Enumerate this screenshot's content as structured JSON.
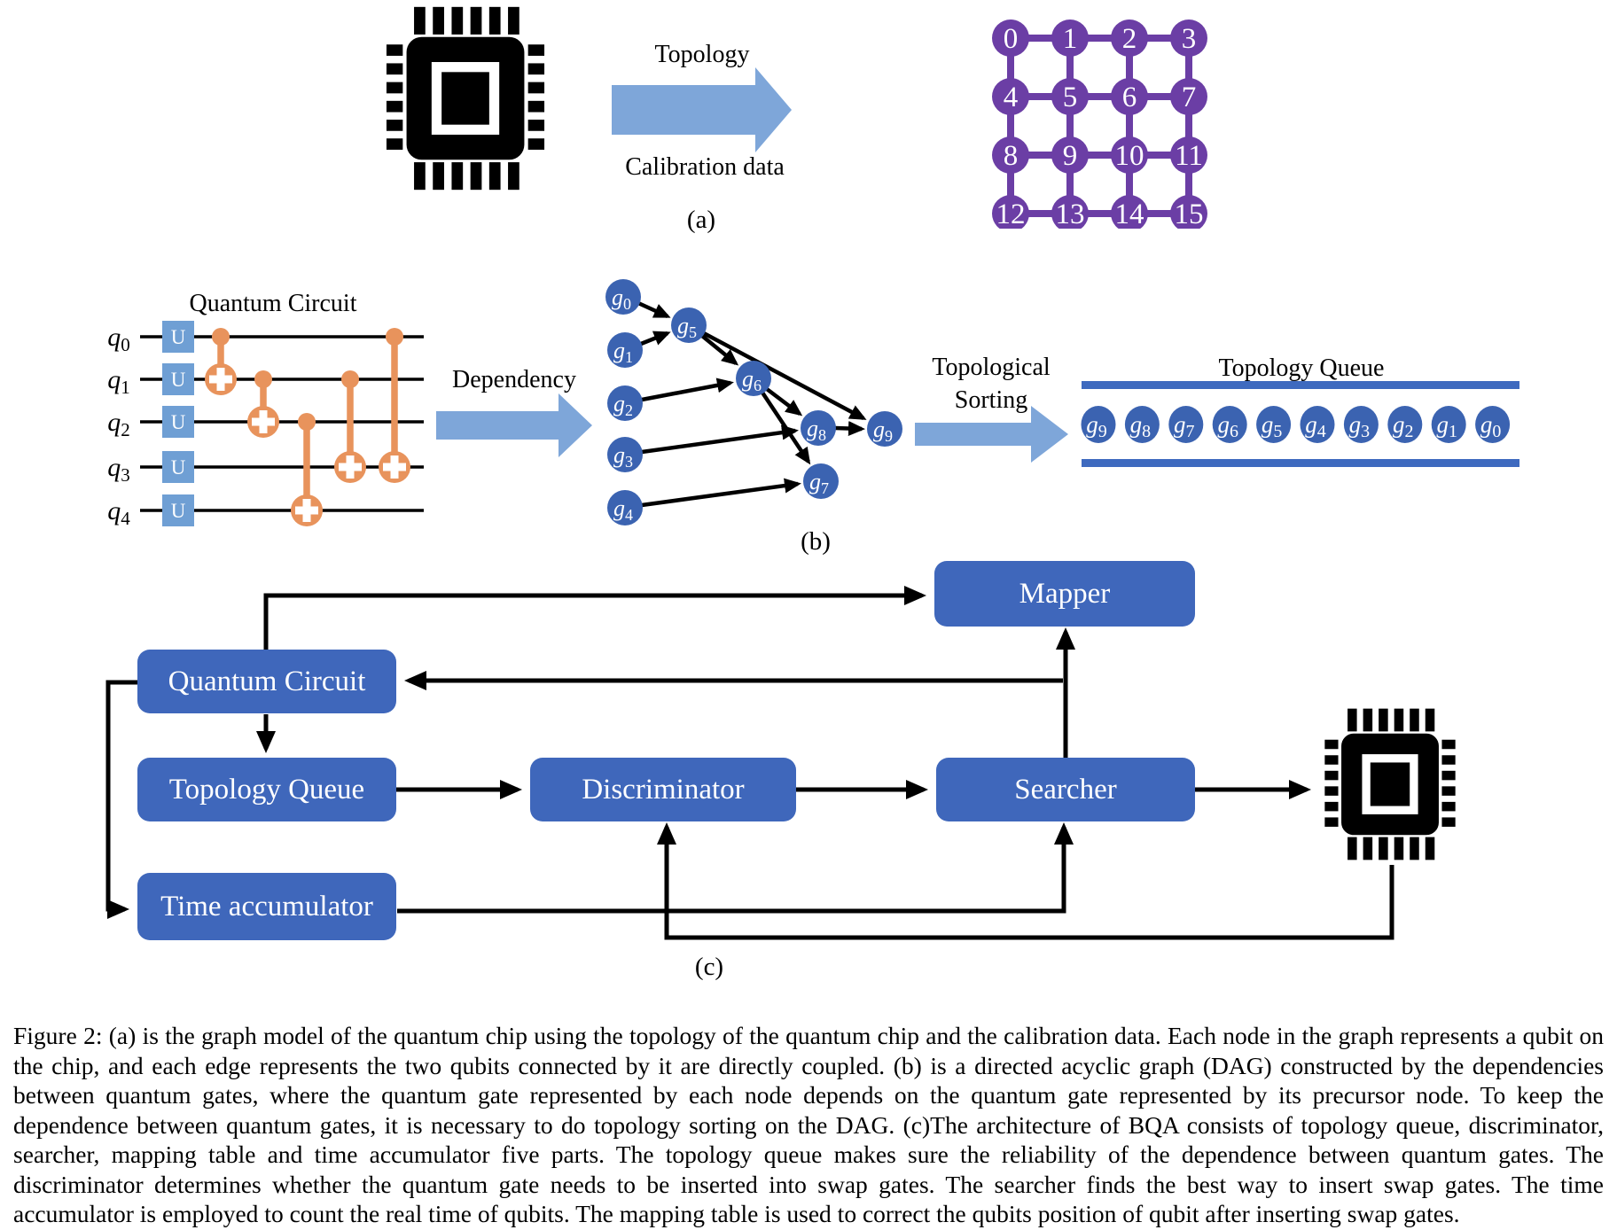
{
  "figure": {
    "panel_a": {
      "label": "(a)",
      "topology_label": "Topology",
      "calibration_label": "Calibration data",
      "grid_nodes": [
        "0",
        "1",
        "2",
        "3",
        "4",
        "5",
        "6",
        "7",
        "8",
        "9",
        "10",
        "11",
        "12",
        "13",
        "14",
        "15"
      ]
    },
    "panel_b": {
      "label": "(b)",
      "circuit_title": "Quantum Circuit",
      "u_gate_label": "U",
      "qubits": [
        {
          "letter": "q",
          "sub": "0"
        },
        {
          "letter": "q",
          "sub": "1"
        },
        {
          "letter": "q",
          "sub": "2"
        },
        {
          "letter": "q",
          "sub": "3"
        },
        {
          "letter": "q",
          "sub": "4"
        }
      ],
      "dependency_label": "Dependency",
      "dag_nodes": [
        {
          "letter": "g",
          "sub": "0"
        },
        {
          "letter": "g",
          "sub": "1"
        },
        {
          "letter": "g",
          "sub": "2"
        },
        {
          "letter": "g",
          "sub": "3"
        },
        {
          "letter": "g",
          "sub": "4"
        },
        {
          "letter": "g",
          "sub": "5"
        },
        {
          "letter": "g",
          "sub": "6"
        },
        {
          "letter": "g",
          "sub": "7"
        },
        {
          "letter": "g",
          "sub": "8"
        },
        {
          "letter": "g",
          "sub": "9"
        }
      ],
      "sorting_label_line1": "Topological",
      "sorting_label_line2": "Sorting",
      "queue_title": "Topology Queue",
      "queue_items": [
        {
          "letter": "g",
          "sub": "9"
        },
        {
          "letter": "g",
          "sub": "8"
        },
        {
          "letter": "g",
          "sub": "7"
        },
        {
          "letter": "g",
          "sub": "6"
        },
        {
          "letter": "g",
          "sub": "5"
        },
        {
          "letter": "g",
          "sub": "4"
        },
        {
          "letter": "g",
          "sub": "3"
        },
        {
          "letter": "g",
          "sub": "2"
        },
        {
          "letter": "g",
          "sub": "1"
        },
        {
          "letter": "g",
          "sub": "0"
        }
      ]
    },
    "panel_c": {
      "label": "(c)",
      "mapper_label": "Mapper",
      "quantum_circuit_label": "Quantum Circuit",
      "topology_queue_label": "Topology Queue",
      "discriminator_label": "Discriminator",
      "searcher_label": "Searcher",
      "time_accumulator_label": "Time accumulator"
    },
    "caption": "Figure 2: (a) is the graph model of the quantum chip using the topology of the quantum chip and the calibration data. Each node in the graph represents a qubit on the chip, and each edge represents the two qubits connected by it are directly coupled. (b) is a directed acyclic graph (DAG) constructed by the dependencies between quantum gates, where the quantum gate represented by each node depends on the quantum gate represented by its precursor node. To keep the dependence between quantum gates, it is necessary to do topology sorting on the DAG. (c)The architecture of BQA consists of topology queue, discriminator, searcher, mapping table and time accumulator five parts. The topology queue makes sure the reliability of the dependence between quantum gates. The discriminator determines whether the quantum gate needs to be inserted into swap gates. The searcher finds the best way to insert swap gates. The time accumulator is employed to count the real time of qubits. The mapping table is used to correct the qubits position of qubit after inserting swap gates."
  },
  "colors": {
    "node_blue": "#3B63B1",
    "box_blue": "#3F67BB",
    "bar_blue": "#3E6ABF",
    "light_arrow_blue": "#7EA6D9",
    "u_gate_blue": "#6F9FD4",
    "cnot_orange": "#E8935C",
    "grid_purple": "#6B3EA5",
    "line_black": "#000000"
  }
}
